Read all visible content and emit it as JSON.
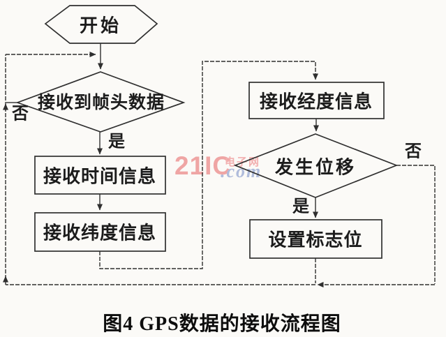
{
  "figure": {
    "caption": "图4 GPS数据的接收流程图"
  },
  "nodes": {
    "start": "开始",
    "check_frame_header": "接收到帧头数据",
    "receive_time": "接收时间信息",
    "receive_latitude": "接收纬度信息",
    "receive_longitude": "接收经度信息",
    "check_displacement": "发生位移",
    "set_flag": "设置标志位"
  },
  "branch_labels": {
    "frame_header_no": "否",
    "frame_header_yes": "是",
    "displacement_no": "否",
    "displacement_yes": "是"
  },
  "watermark": {
    "brand": "21IC",
    "site_name": "电子网",
    "suffix": ".com"
  },
  "colors": {
    "line": "#2f2f2f",
    "text": "#1c1c1c",
    "watermark_pink": "#ee9c9c",
    "watermark_blue": "#a8b6d8",
    "background": "#fbfaf7"
  }
}
